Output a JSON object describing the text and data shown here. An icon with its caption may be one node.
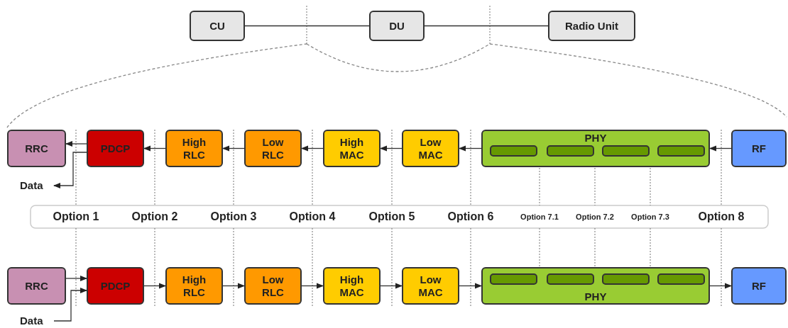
{
  "diagram": {
    "nodes": [
      {
        "text": [
          "CU"
        ]
      },
      {
        "text": [
          "DU"
        ]
      },
      {
        "text": [
          "Radio Unit"
        ]
      },
      {
        "text": [
          "RRC"
        ]
      },
      {
        "text": [
          "PDCP"
        ]
      },
      {
        "text": [
          "High RLC"
        ]
      },
      {
        "text": [
          "Low RLC"
        ]
      },
      {
        "text": [
          "High MAC"
        ]
      },
      {
        "text": [
          "Low MAC"
        ]
      },
      {
        "text": [
          "PHY"
        ]
      },
      {
        "text": [],
        "shape": "box",
        "in": 9
      },
      {
        "text": [],
        "shape": "box",
        "in": 9
      },
      {
        "text": [],
        "shape": "box",
        "in": 9
      },
      {
        "text": [],
        "shape": "box",
        "in": 9
      },
      {
        "text": [
          "RF"
        ]
      },
      {
        "text": [
          "Data"
        ]
      },
      {
        "text": [
          "RRC"
        ]
      },
      {
        "text": [
          "PDCP"
        ]
      },
      {
        "text": [
          "High RLC"
        ]
      },
      {
        "text": [
          "Low RLC"
        ]
      },
      {
        "text": [
          "High MAC"
        ]
      },
      {
        "text": [
          "Low MAC"
        ]
      },
      {
        "text": [
          "PHY"
        ]
      },
      {
        "text": [],
        "shape": "box",
        "in": 22
      },
      {
        "text": [],
        "shape": "box",
        "in": 22
      },
      {
        "text": [],
        "shape": "box",
        "in": 22
      },
      {
        "text": [],
        "shape": "box",
        "in": 22
      },
      {
        "text": [
          "RF"
        ]
      },
      {
        "text": [
          "Data"
        ]
      }
    ],
    "edges": [
      {
        "from": 0,
        "to": 1,
        "arrow": "none"
      },
      {
        "from": 1,
        "to": 2,
        "arrow": "none"
      },
      {
        "from": 4,
        "to": 3,
        "arrow": "to"
      },
      {
        "from": 4,
        "to": 15,
        "arrow": "to"
      },
      {
        "from": 5,
        "to": 4,
        "arrow": "to"
      },
      {
        "from": 6,
        "to": 5,
        "arrow": "to"
      },
      {
        "from": 7,
        "to": 6,
        "arrow": "to"
      },
      {
        "from": 8,
        "to": 7,
        "arrow": "to"
      },
      {
        "from": 9,
        "to": 8,
        "arrow": "to"
      },
      {
        "from": 14,
        "to": 9,
        "arrow": "to"
      },
      {
        "from": 16,
        "to": 17,
        "arrow": "to"
      },
      {
        "from": 28,
        "to": 17,
        "arrow": "to"
      },
      {
        "from": 17,
        "to": 18,
        "arrow": "to"
      },
      {
        "from": 18,
        "to": 19,
        "arrow": "to"
      },
      {
        "from": 19,
        "to": 20,
        "arrow": "to"
      },
      {
        "from": 20,
        "to": 21,
        "arrow": "to"
      },
      {
        "from": 21,
        "to": 22,
        "arrow": "to"
      },
      {
        "from": 22,
        "to": 27,
        "arrow": "to"
      }
    ],
    "labels": [
      "Option 1",
      "Option 2",
      "Option 3",
      "Option 4",
      "Option 5",
      "Option 6",
      "Option 7.1",
      "Option 7.2",
      "Option 7.3",
      "Option 8"
    ]
  }
}
